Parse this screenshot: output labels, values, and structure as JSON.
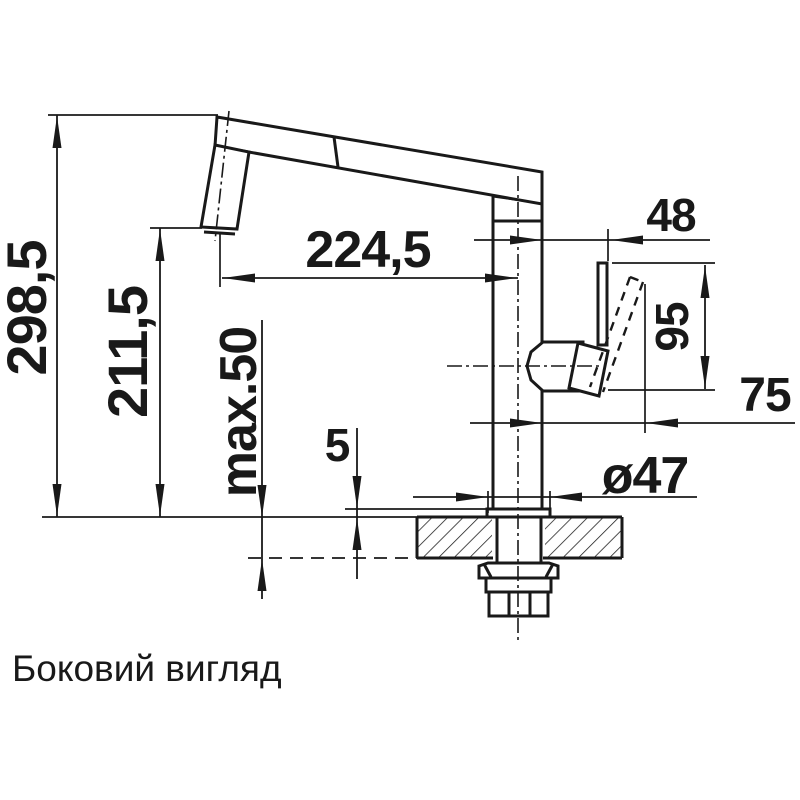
{
  "caption": "Боковий вигляд",
  "dims": {
    "total_height": "298,5",
    "outlet_height": "211,5",
    "max_mount_thickness": "max.50",
    "base_plate_height": "5",
    "spout_reach": "224,5",
    "handle_offset": "48",
    "handle_height": "95",
    "handle_reach": "75",
    "base_diameter": "ø47"
  },
  "colors": {
    "line": "#191919",
    "background": "#ffffff"
  }
}
